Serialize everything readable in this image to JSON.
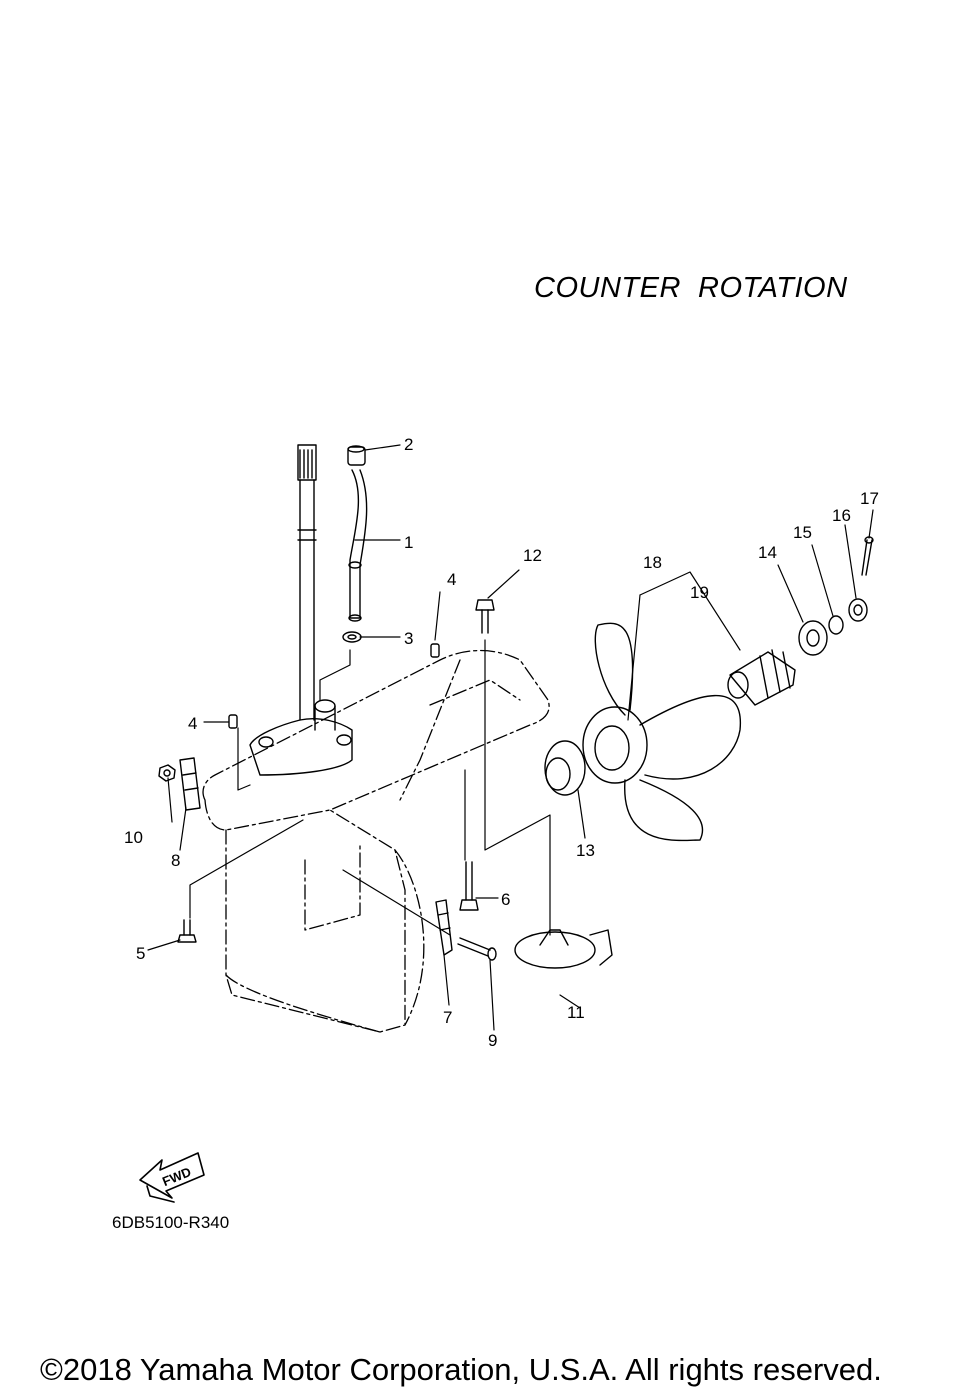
{
  "title": "COUNTER  ROTATION",
  "diagram_code": "6DB5100-R340",
  "copyright": "©2018 Yamaha Motor Corporation, U.S.A. All rights reserved.",
  "fwd_label": "FWD",
  "callouts": [
    "1",
    "2",
    "3",
    "4",
    "4",
    "5",
    "6",
    "7",
    "8",
    "9",
    "10",
    "11",
    "12",
    "13",
    "14",
    "15",
    "16",
    "17",
    "18",
    "19"
  ]
}
